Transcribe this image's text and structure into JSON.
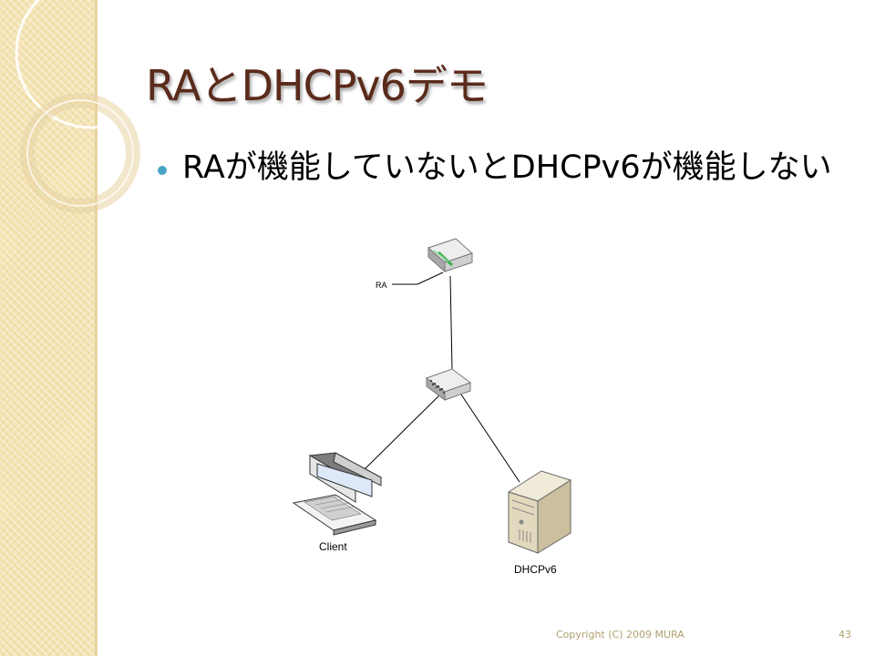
{
  "slide": {
    "title": "RAとDHCPv6デモ",
    "bullet": "RAが機能していないとDHCPv6が機能しない",
    "footer": {
      "copyright": "Copyright (C) 2009 MURA",
      "page_number": "43"
    }
  },
  "diagram": {
    "labels": {
      "ra": "RA",
      "client": "Client",
      "server": "DHCPv6"
    }
  },
  "colors": {
    "title": "#5a2a1a",
    "bullet_dot": "#4aa4c8",
    "band": "#f4e3b3",
    "footer": "#b0a070"
  }
}
